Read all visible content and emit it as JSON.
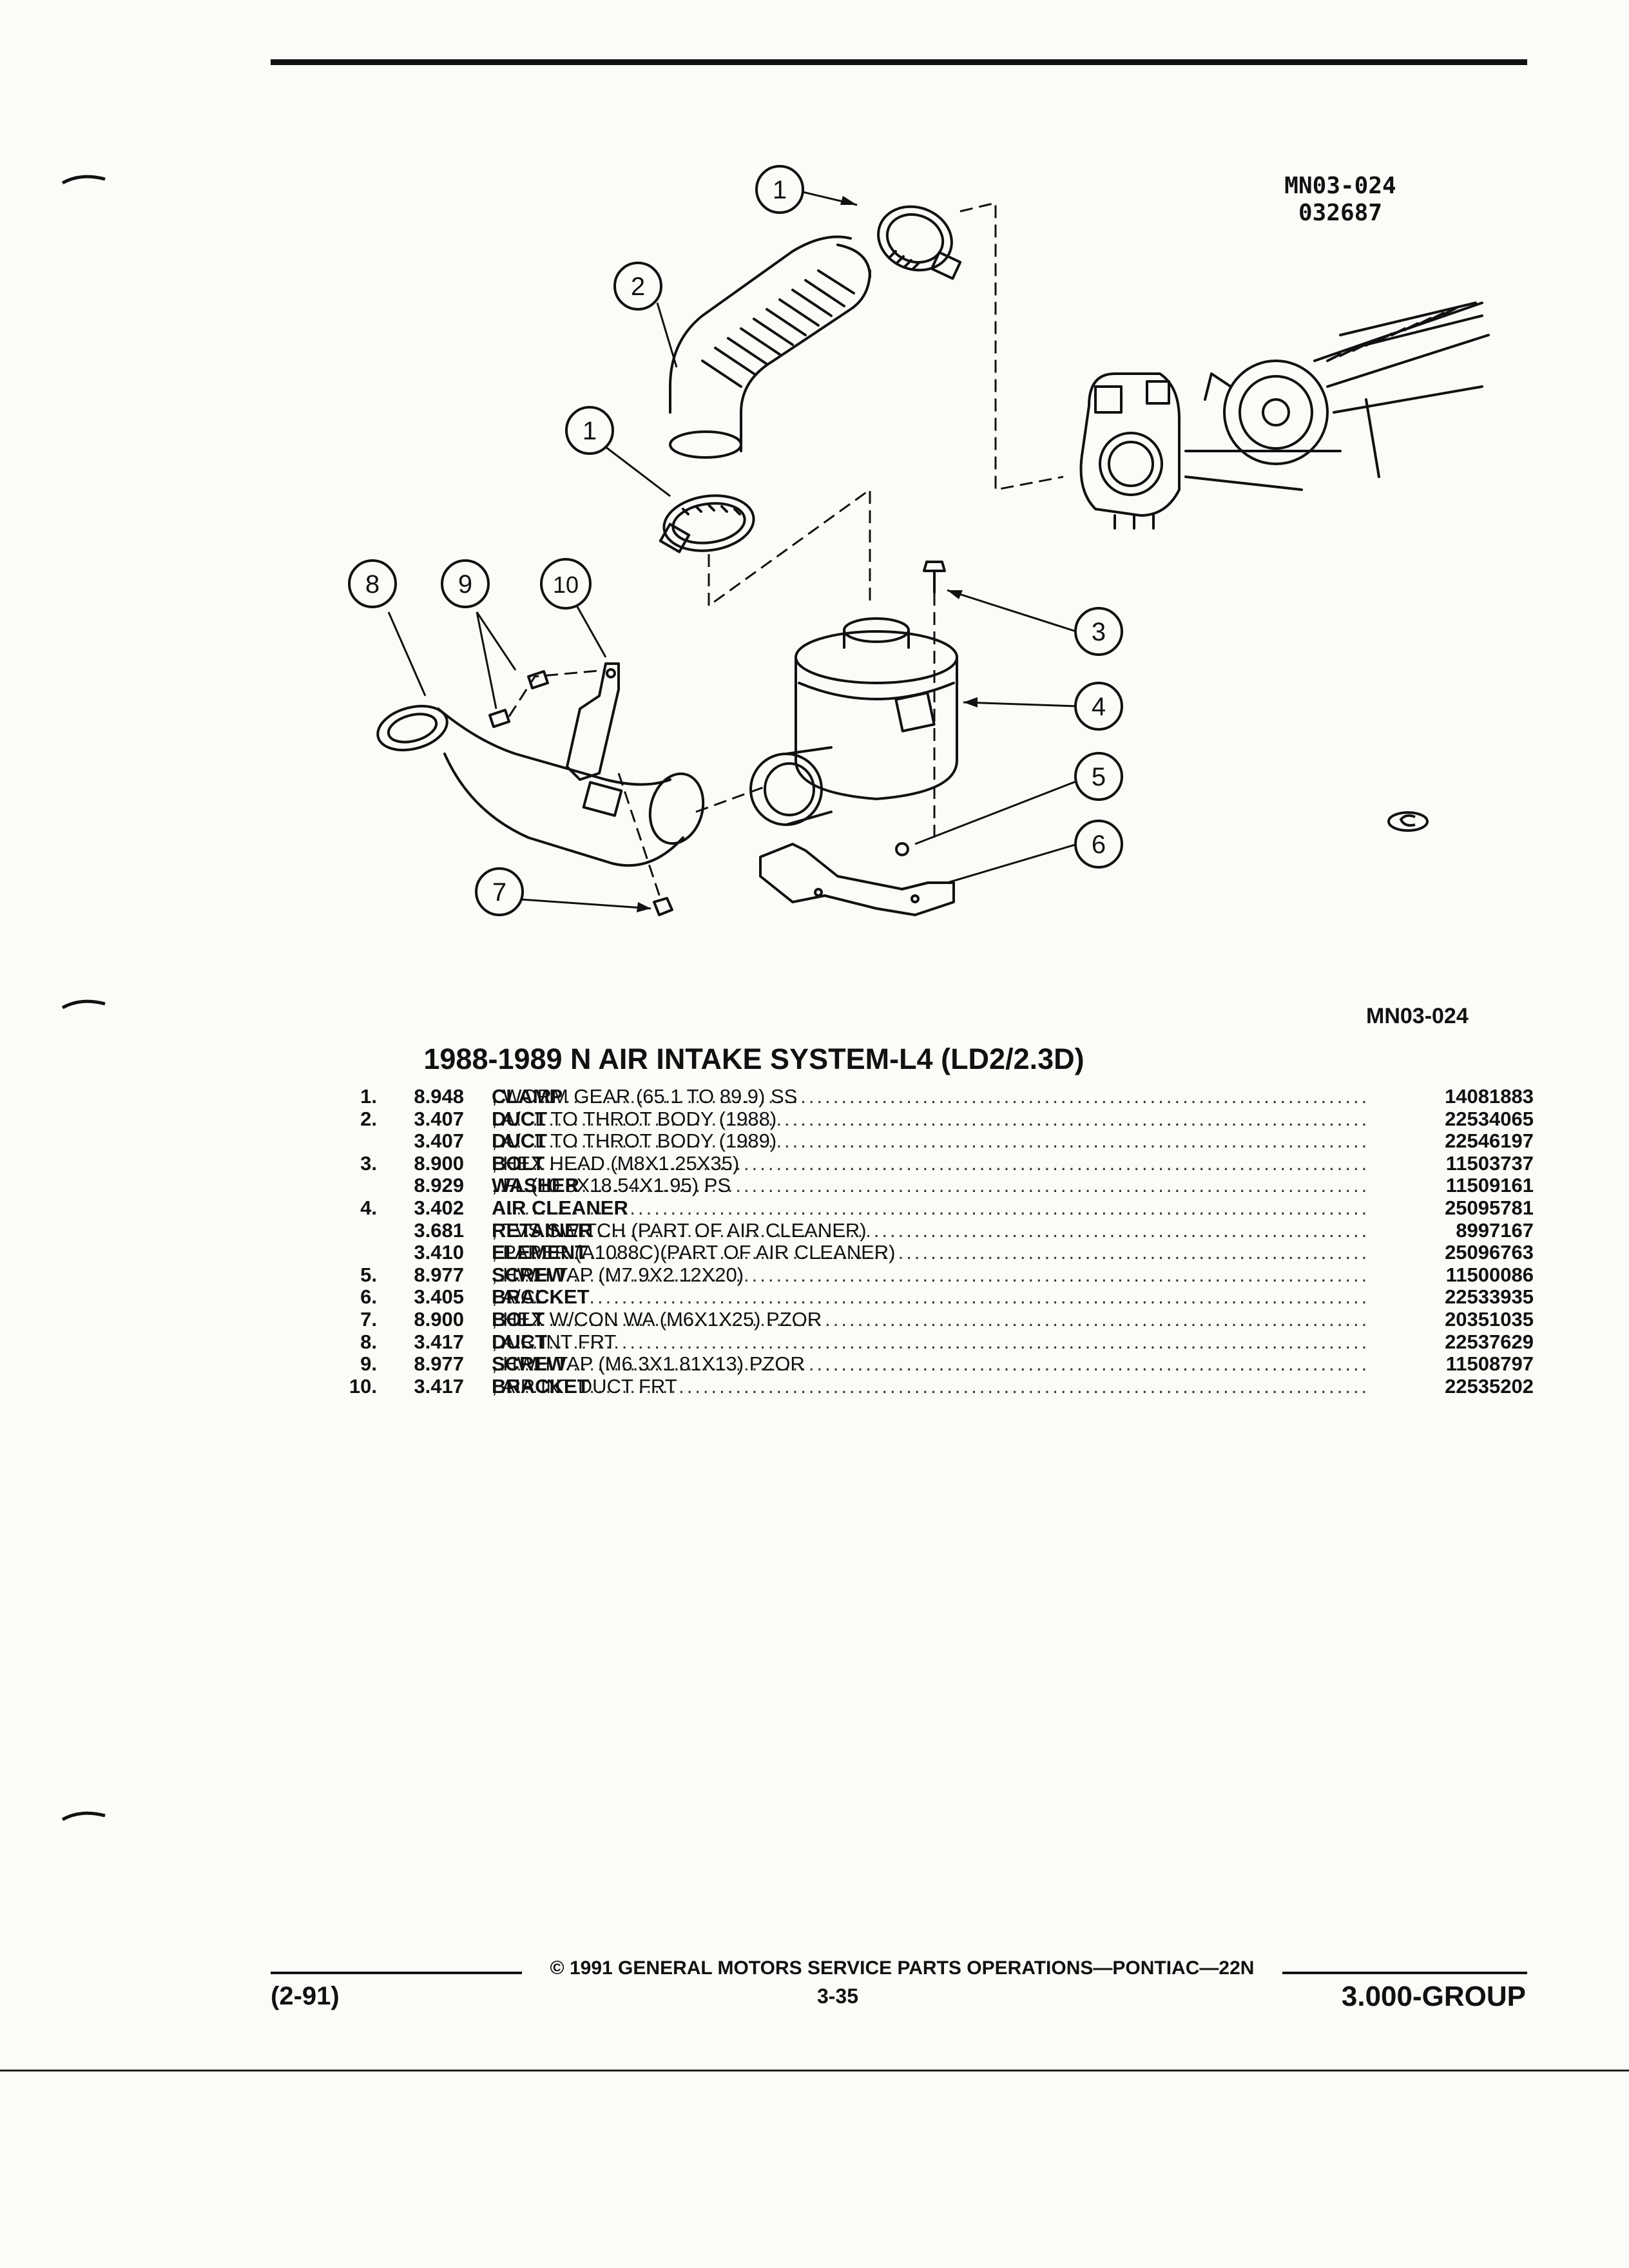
{
  "figure": {
    "code_top_line1": "MN03-024",
    "code_top_line2": "032687",
    "code_right": "MN03-024",
    "callouts": [
      "1",
      "2",
      "1",
      "3",
      "4",
      "5",
      "6",
      "7",
      "8",
      "9",
      "10"
    ]
  },
  "title": "1988-1989 N AIR INTAKE SYSTEM-L4 (LD2/2.3D)",
  "parts": [
    {
      "item": "1.",
      "group": "8.948",
      "name": "CLAMP",
      "rest": ", WORM GEAR (65.1 TO 89.9) SS",
      "part": "14081883"
    },
    {
      "item": "2.",
      "group": "3.407",
      "name": "DUCT",
      "rest": ", A/CL TO THROT BODY (1988)",
      "part": "22534065"
    },
    {
      "item": "",
      "group": "3.407",
      "name": "DUCT",
      "rest": ", A/CL TO THROT BODY (1989)",
      "part": "22546197"
    },
    {
      "item": "3.",
      "group": "8.900",
      "name": "BOLT",
      "rest": ", HEX HEAD (M8X1.25X35)",
      "part": "11503737"
    },
    {
      "item": "",
      "group": "8.929",
      "name": "WASHER",
      "rest": ", FL (10.8X18.54X1.95) PS",
      "part": "11509161"
    },
    {
      "item": "4.",
      "group": "3.402",
      "name": "AIR CLEANER",
      "rest": "",
      "part": "25095781"
    },
    {
      "item": "",
      "group": "3.681",
      "name": "RETAINER",
      "rest": ", TVS SWITCH (PART OF AIR CLEANER)",
      "part": "8997167"
    },
    {
      "item": "",
      "group": "3.410",
      "name": "ELEMENT",
      "rest": ", PAPER (A1088C)(PART OF AIR CLEANER)",
      "part": "25096763"
    },
    {
      "item": "5.",
      "group": "8.977",
      "name": "SCREW",
      "rest": ", HWH TAP (M7.9X2.12X20)",
      "part": "11500086"
    },
    {
      "item": "6.",
      "group": "3.405",
      "name": "BRACKET",
      "rest": ", A/CL",
      "part": "22533935"
    },
    {
      "item": "7.",
      "group": "8.900",
      "name": "BOLT",
      "rest": ", HEX W/CON WA (M6X1X25) PZOR",
      "part": "20351035"
    },
    {
      "item": "8.",
      "group": "3.417",
      "name": "DUCT",
      "rest": ", AIR INT FRT",
      "part": "22537629"
    },
    {
      "item": "9.",
      "group": "8.977",
      "name": "SCREW",
      "rest": ", HWH TAP (M6.3X1.81X13) PZOR",
      "part": "11508797"
    },
    {
      "item": "10.",
      "group": "3.417",
      "name": "BRACKET",
      "rest": ", AIR INT DUCT FRT",
      "part": "22535202"
    }
  ],
  "footer": {
    "copyright": "© 1991 GENERAL MOTORS SERVICE PARTS OPERATIONS—PONTIAC—22N",
    "date": "(2-91)",
    "page": "3-35",
    "group": "3.000-GROUP"
  }
}
